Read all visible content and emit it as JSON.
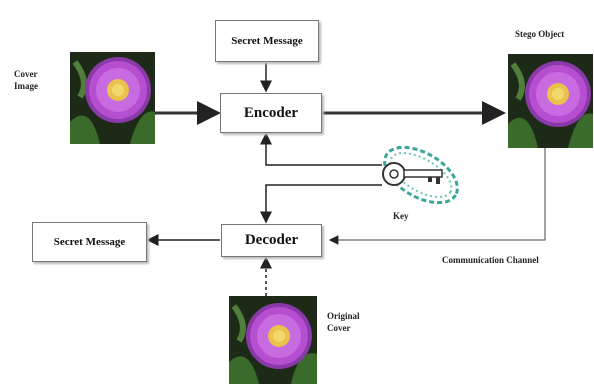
{
  "encoder": "Encoder",
  "decoder": "Decoder",
  "secret_message_in": "Secret Message",
  "secret_message_out": "Secret Message",
  "cover_image": "Cover Image",
  "stego_object": "Stego Object",
  "key": "Key",
  "communication_channel": "Communication Channel",
  "original_cover": "Original Cover",
  "colors": {
    "petal": "#b54ed0",
    "center": "#e8c24a",
    "leaf": "#3b6b2a",
    "dark": "#1d2a18",
    "key": "#3aa79a"
  }
}
